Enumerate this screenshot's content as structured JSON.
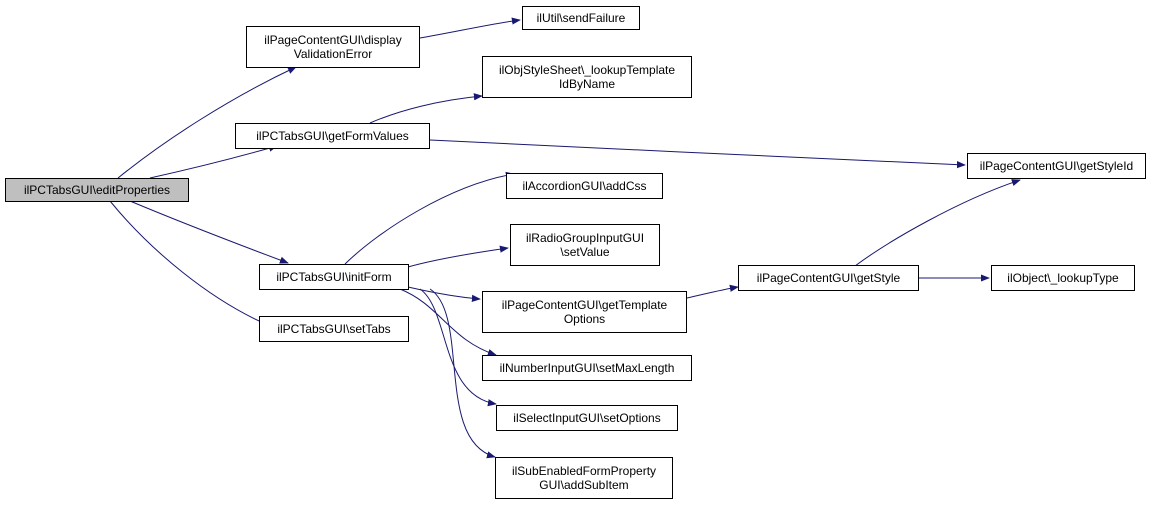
{
  "colors": {
    "edge": "#191970",
    "root_fill": "#bfbfbf",
    "node_border": "#000000"
  },
  "nodes": {
    "editProperties": "ilPCTabsGUI\\editProperties",
    "displayValidationError": "ilPageContentGUI\\display\nValidationError",
    "sendFailure": "ilUtil\\sendFailure",
    "lookupTemplateIdByName": "ilObjStyleSheet\\_lookupTemplate\nIdByName",
    "getFormValues": "ilPCTabsGUI\\getFormValues",
    "getStyleId": "ilPageContentGUI\\getStyleId",
    "addCss": "ilAccordionGUI\\addCss",
    "setValue": "ilRadioGroupInputGUI\n\\setValue",
    "initForm": "ilPCTabsGUI\\initForm",
    "getStyle": "ilPageContentGUI\\getStyle",
    "lookupType": "ilObject\\_lookupType",
    "getTemplateOptions": "ilPageContentGUI\\getTemplate\nOptions",
    "setTabs": "ilPCTabsGUI\\setTabs",
    "setMaxLength": "ilNumberInputGUI\\setMaxLength",
    "setOptions": "ilSelectInputGUI\\setOptions",
    "addSubItem": "ilSubEnabledFormProperty\nGUI\\addSubItem"
  }
}
